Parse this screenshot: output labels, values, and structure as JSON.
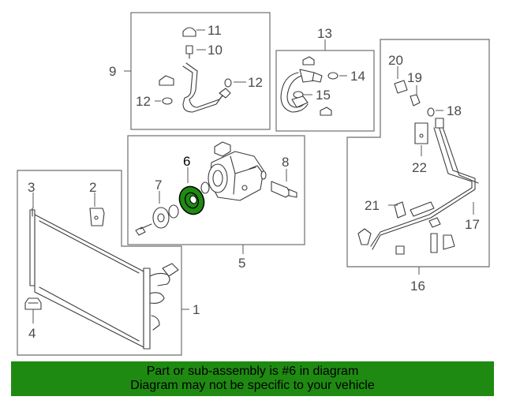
{
  "callouts": {
    "n1": "1",
    "n2": "2",
    "n3": "3",
    "n4": "4",
    "n5": "5",
    "n6": "6",
    "n7": "7",
    "n8": "8",
    "n9": "9",
    "n10": "10",
    "n11": "11",
    "n12a": "12",
    "n12b": "12",
    "n13": "13",
    "n14": "14",
    "n15": "15",
    "n16": "16",
    "n17": "17",
    "n18": "18",
    "n19": "19",
    "n20": "20",
    "n21": "21",
    "n22": "22"
  },
  "highlight": {
    "part_number": "6",
    "color": "#1f8a12"
  },
  "banner": {
    "line1": "Part or sub-assembly is #6 in diagram",
    "line2": "Diagram may not be specific to your vehicle",
    "color": "#1f8a12"
  }
}
